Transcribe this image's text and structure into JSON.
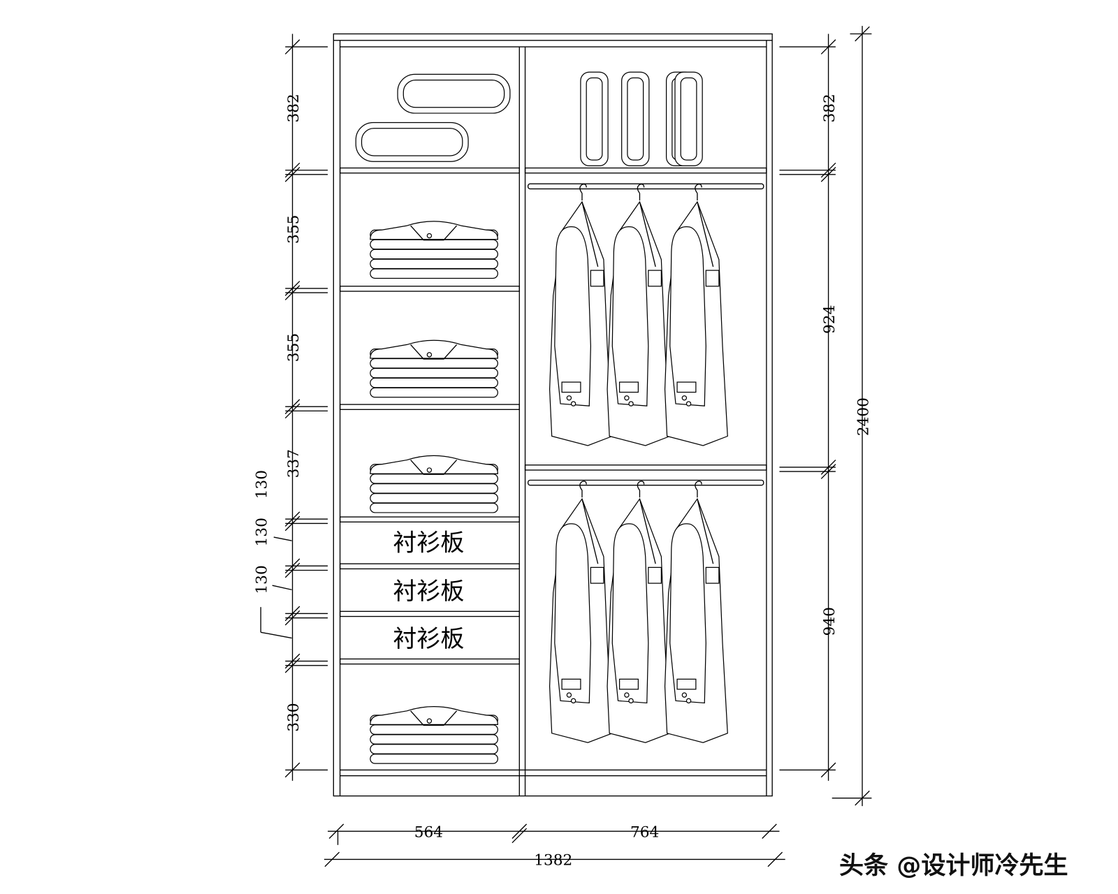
{
  "drawing": {
    "left_dims": [
      "382",
      "355",
      "355",
      "337",
      "330"
    ],
    "small_dims": [
      "130",
      "130",
      "130"
    ],
    "right_dims": [
      "382",
      "924",
      "940"
    ],
    "overall_height": "2400",
    "bottom_dims": [
      "564",
      "764"
    ],
    "overall_width": "1382",
    "drawer_labels": [
      "衬衫板",
      "衬衫板",
      "衬衫板"
    ]
  },
  "watermark": "头条 @设计师冷先生"
}
